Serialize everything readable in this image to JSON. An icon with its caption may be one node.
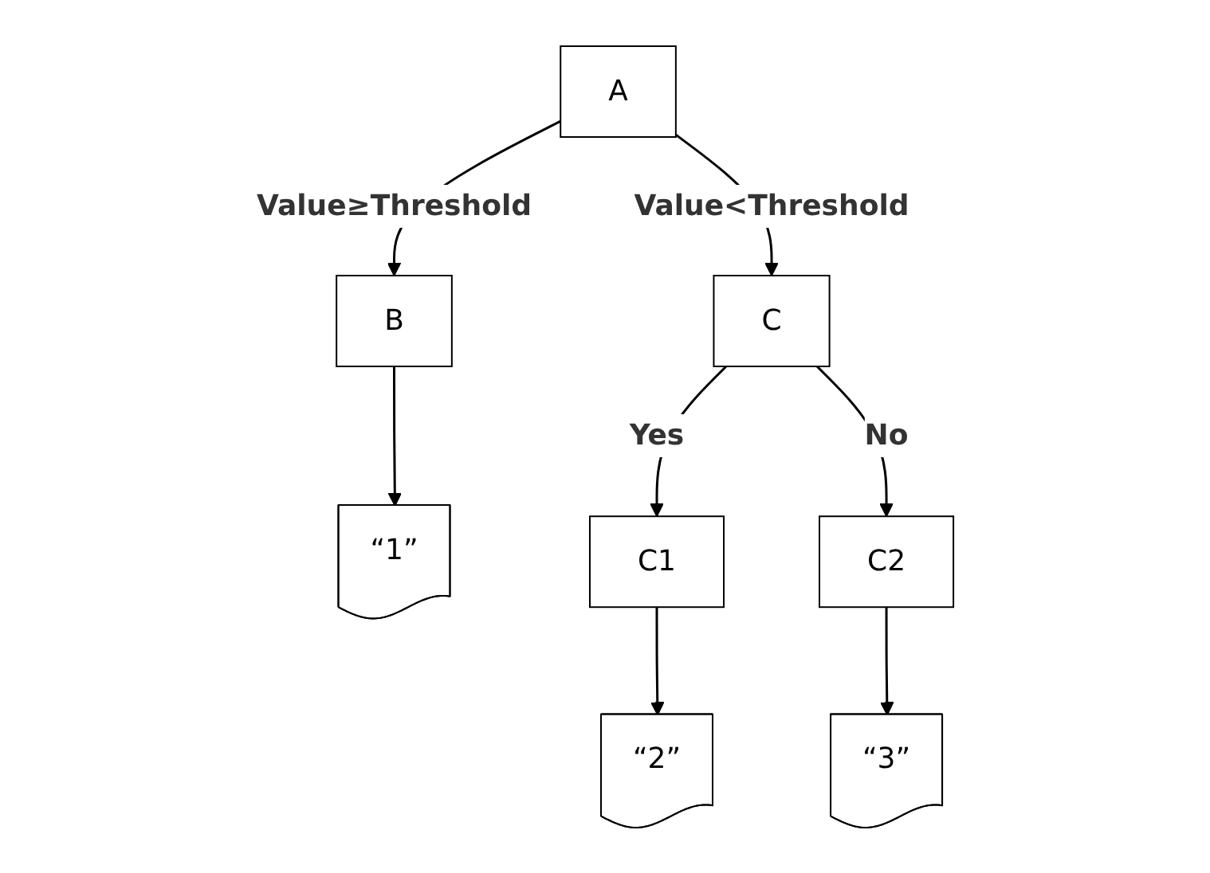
{
  "diagram": {
    "nodes": [
      {
        "text": [
          "A"
        ]
      },
      {
        "text": [
          "B"
        ]
      },
      {
        "text": [
          "C"
        ]
      },
      {
        "text": [
          "“1”"
        ]
      },
      {
        "text": [
          "C1"
        ]
      },
      {
        "text": [
          "C2"
        ]
      },
      {
        "text": [
          "“2”"
        ]
      },
      {
        "text": [
          "“3”"
        ]
      }
    ],
    "edges": [
      {
        "from": 0,
        "to": 1,
        "arrow": "to",
        "label": "Value≥Threshold"
      },
      {
        "from": 0,
        "to": 2,
        "arrow": "to",
        "label": "Value<Threshold"
      },
      {
        "from": 1,
        "to": 3,
        "arrow": "to"
      },
      {
        "from": 2,
        "to": 4,
        "arrow": "to",
        "label": "Yes"
      },
      {
        "from": 2,
        "to": 5,
        "arrow": "to",
        "label": "No"
      },
      {
        "from": 4,
        "to": 6,
        "arrow": "to"
      },
      {
        "from": 5,
        "to": 7,
        "arrow": "to"
      }
    ]
  }
}
